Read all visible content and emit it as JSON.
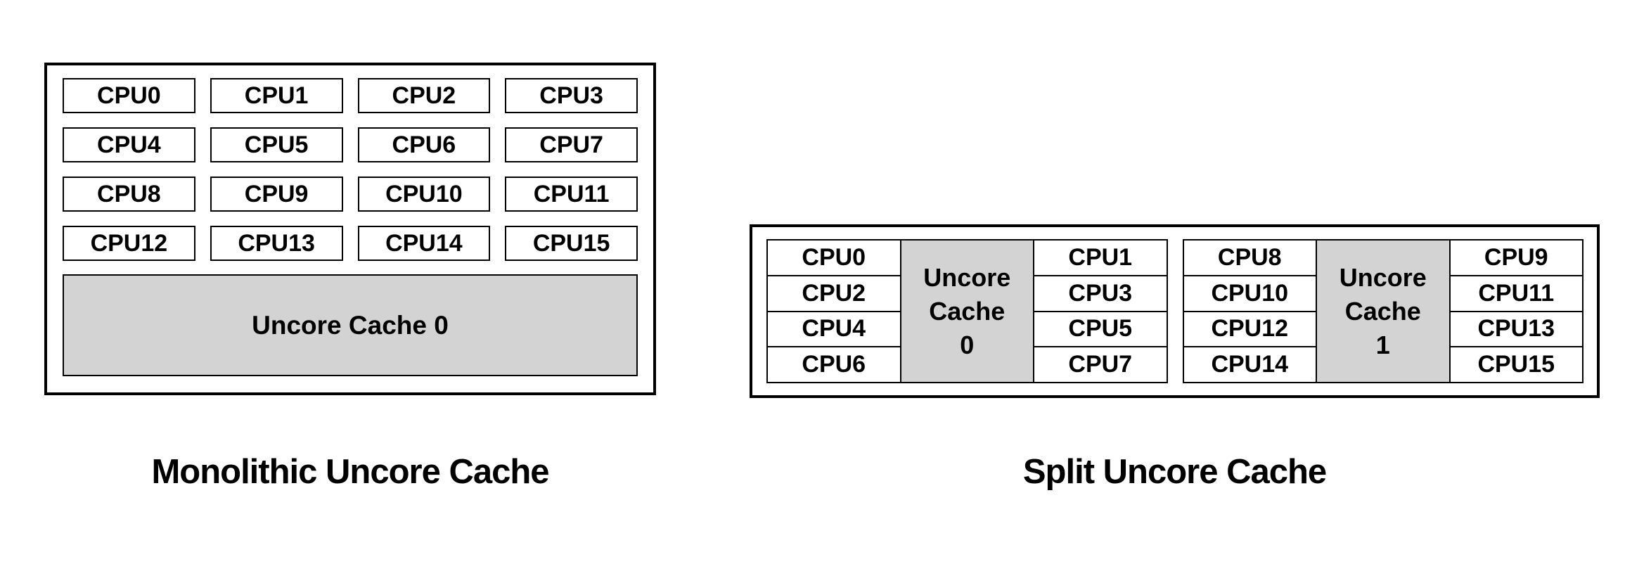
{
  "colors": {
    "background": "#ffffff",
    "line": "#000000",
    "cache_fill": "#d3d3d3",
    "cpu_fill": "#ffffff",
    "text": "#000000"
  },
  "monolithic": {
    "caption": "Monolithic Uncore Cache",
    "cache_label": "Uncore Cache 0",
    "cpus": [
      "CPU0",
      "CPU1",
      "CPU2",
      "CPU3",
      "CPU4",
      "CPU5",
      "CPU6",
      "CPU7",
      "CPU8",
      "CPU9",
      "CPU10",
      "CPU11",
      "CPU12",
      "CPU13",
      "CPU14",
      "CPU15"
    ]
  },
  "split": {
    "caption": "Split Uncore Cache",
    "clusters": [
      {
        "left_cpus": [
          "CPU0",
          "CPU2",
          "CPU4",
          "CPU6"
        ],
        "cache_lines": [
          "Uncore",
          "Cache",
          "0"
        ],
        "right_cpus": [
          "CPU1",
          "CPU3",
          "CPU5",
          "CPU7"
        ]
      },
      {
        "left_cpus": [
          "CPU8",
          "CPU10",
          "CPU12",
          "CPU14"
        ],
        "cache_lines": [
          "Uncore",
          "Cache",
          "1"
        ],
        "right_cpus": [
          "CPU9",
          "CPU11",
          "CPU13",
          "CPU15"
        ]
      }
    ]
  }
}
